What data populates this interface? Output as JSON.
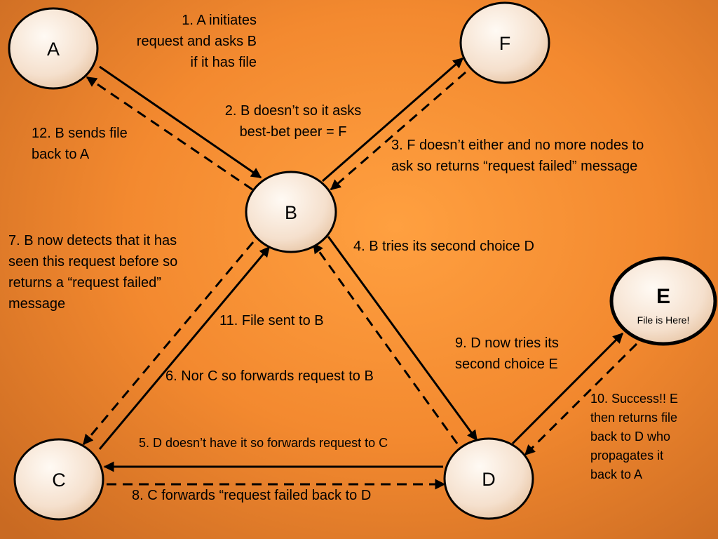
{
  "nodes": {
    "A": {
      "label": "A"
    },
    "B": {
      "label": "B"
    },
    "C": {
      "label": "C"
    },
    "D": {
      "label": "D"
    },
    "E": {
      "label": "E",
      "sublabel": "File is Here!"
    },
    "F": {
      "label": "F"
    }
  },
  "steps": [
    {
      "id": 1,
      "text": "1. A initiates\nrequest and asks B\nif it has file"
    },
    {
      "id": 2,
      "text": "2. B doesn’t so it asks\nbest-bet peer = F"
    },
    {
      "id": 3,
      "text": "3. F doesn’t either and no more nodes to\nask so returns “request failed” message"
    },
    {
      "id": 4,
      "text": "4. B tries its second choice D"
    },
    {
      "id": 5,
      "text": "5. D doesn’t have it so forwards request to C"
    },
    {
      "id": 6,
      "text": "6. Nor C so forwards request to B"
    },
    {
      "id": 7,
      "text": "7. B now detects that it has\nseen this request before so\nreturns a “request failed”\nmessage"
    },
    {
      "id": 8,
      "text": "8. C forwards “request failed back to D"
    },
    {
      "id": 9,
      "text": "9. D now tries its\nsecond choice E"
    },
    {
      "id": 10,
      "text": "10. Success!! E\nthen returns file\nback to D who\npropagates it\nback to A"
    },
    {
      "id": 11,
      "text": "11. File sent to B"
    },
    {
      "id": 12,
      "text": "12. B sends file\nback to A"
    }
  ],
  "edges": [
    {
      "from": "A",
      "to": "B",
      "style": "solid"
    },
    {
      "from": "B",
      "to": "A",
      "style": "dashed"
    },
    {
      "from": "B",
      "to": "F",
      "style": "solid"
    },
    {
      "from": "F",
      "to": "B",
      "style": "dashed"
    },
    {
      "from": "B",
      "to": "D",
      "style": "solid"
    },
    {
      "from": "D",
      "to": "B",
      "style": "dashed"
    },
    {
      "from": "D",
      "to": "C",
      "style": "solid"
    },
    {
      "from": "C",
      "to": "D",
      "style": "dashed"
    },
    {
      "from": "C",
      "to": "B",
      "style": "solid"
    },
    {
      "from": "B",
      "to": "C",
      "style": "dashed"
    },
    {
      "from": "D",
      "to": "E",
      "style": "solid"
    },
    {
      "from": "E",
      "to": "D",
      "style": "dashed"
    }
  ]
}
